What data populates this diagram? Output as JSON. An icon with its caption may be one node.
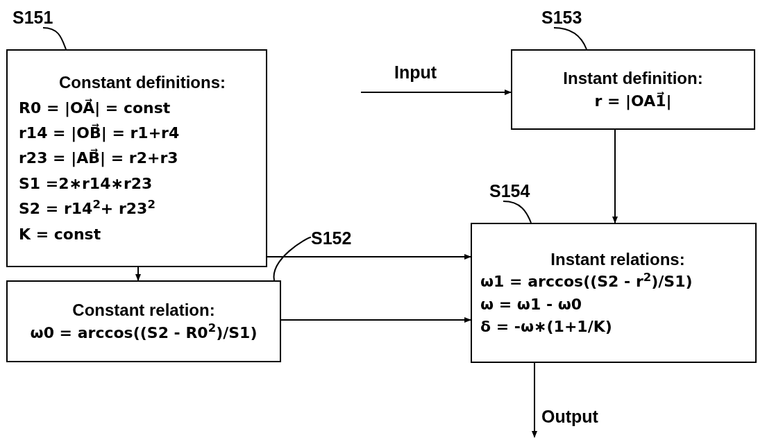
{
  "diagram": {
    "nodes": [
      {
        "text": [
          "Constant definitions:",
          "R0 = |OA⃗| = const",
          "r14 = |OB⃗| = r1+r4",
          "r23 = |AB⃗| = r2+r3",
          "S1 =2∗r14∗r23",
          "S2 = r14$^{2}$+ r23$^{2}$",
          "K = const"
        ]
      },
      {
        "text": [
          "Constant relation:",
          "ω0 = arccos((S2 - R0$^{2}$)/S1)"
        ]
      },
      {
        "text": [
          "Instant definition:",
          "r = |OA1⃗|"
        ]
      },
      {
        "text": [
          "Instant relations:",
          "ω1 = arccos((S2 - r$^{2}$)/S1)",
          "ω = ω1 - ω0",
          "δ = -ω∗(1+1/K)"
        ]
      },
      {
        "text": [
          "S151"
        ]
      },
      {
        "text": [
          "S152"
        ]
      },
      {
        "text": [
          "S153"
        ]
      },
      {
        "text": [
          "S154"
        ]
      }
    ],
    "edges": [
      {
        "from": null,
        "to": 2,
        "arrow": "to",
        "label": "Input"
      },
      {
        "from": 0,
        "to": 3,
        "arrow": "to"
      },
      {
        "from": 0,
        "to": 1,
        "arrow": "to"
      },
      {
        "from": 1,
        "to": 3,
        "arrow": "to"
      },
      {
        "from": 2,
        "to": 3,
        "arrow": "to"
      },
      {
        "from": 3,
        "to": null,
        "arrow": "to",
        "label": "Output"
      },
      {
        "from": 4,
        "to": 0,
        "arrow": "none"
      },
      {
        "from": 5,
        "to": 1,
        "arrow": "none"
      },
      {
        "from": 6,
        "to": 2,
        "arrow": "none"
      },
      {
        "from": 7,
        "to": 3,
        "arrow": "none"
      }
    ]
  }
}
